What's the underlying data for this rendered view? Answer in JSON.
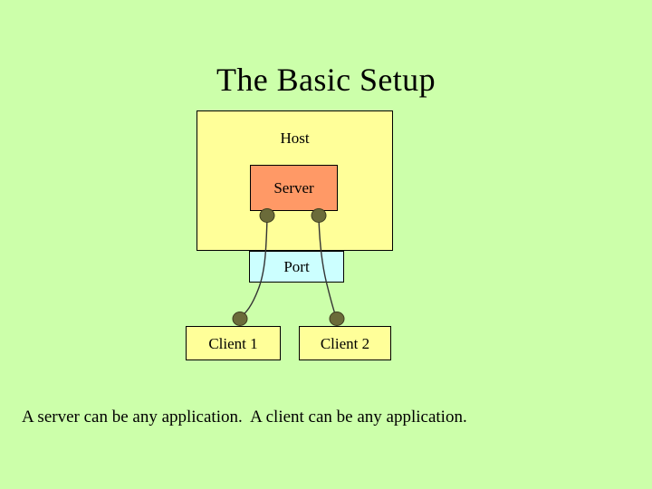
{
  "slide": {
    "title": "The Basic Setup",
    "caption": "A server can be any application.  A client can be any application.",
    "background_color": "#CCFFAA"
  },
  "diagram": {
    "type": "network-architecture",
    "nodes": [
      {
        "id": "host",
        "label": "Host",
        "fill_color": "#FFFF99",
        "border_color": "#000000"
      },
      {
        "id": "server",
        "label": "Server",
        "fill_color": "#FF9966",
        "border_color": "#000000"
      },
      {
        "id": "port",
        "label": "Port",
        "fill_color": "#CCFFFF",
        "border_color": "#000000"
      },
      {
        "id": "client1",
        "label": "Client 1",
        "fill_color": "#FFFF99",
        "border_color": "#000000"
      },
      {
        "id": "client2",
        "label": "Client 2",
        "fill_color": "#FFFF99",
        "border_color": "#000000"
      }
    ],
    "connectors": {
      "line_color": "#333333",
      "endpoint_color": "#6B6B3A",
      "endpoint_border_color": "#3D3D1F",
      "links": [
        {
          "from": "server",
          "to": "client1"
        },
        {
          "from": "server",
          "to": "client2"
        }
      ]
    }
  }
}
